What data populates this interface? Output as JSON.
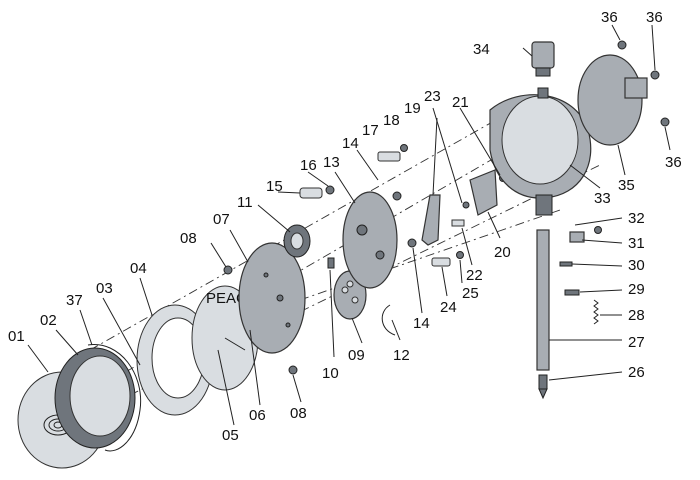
{
  "labels": {
    "l01": "01",
    "l02": "02",
    "l03": "03",
    "l04": "04",
    "l05": "05",
    "l06": "06",
    "l07": "07",
    "l08a": "08",
    "l08b": "08",
    "l09": "09",
    "l10": "10",
    "l11": "11",
    "l12": "12",
    "l13": "13",
    "l14a": "14",
    "l14b": "14",
    "l15": "15",
    "l16": "16",
    "l17": "17",
    "l18": "18",
    "l19": "19",
    "l20": "20",
    "l21": "21",
    "l22": "22",
    "l23": "23",
    "l24": "24",
    "l25": "25",
    "l26": "26",
    "l27": "27",
    "l28": "28",
    "l29": "29",
    "l30": "30",
    "l31": "31",
    "l32": "32",
    "l33": "33",
    "l34": "34",
    "l35": "35",
    "l36a": "36",
    "l36b": "36",
    "l36c": "36",
    "l37": "37"
  },
  "dial_brand": "PEACOCK"
}
